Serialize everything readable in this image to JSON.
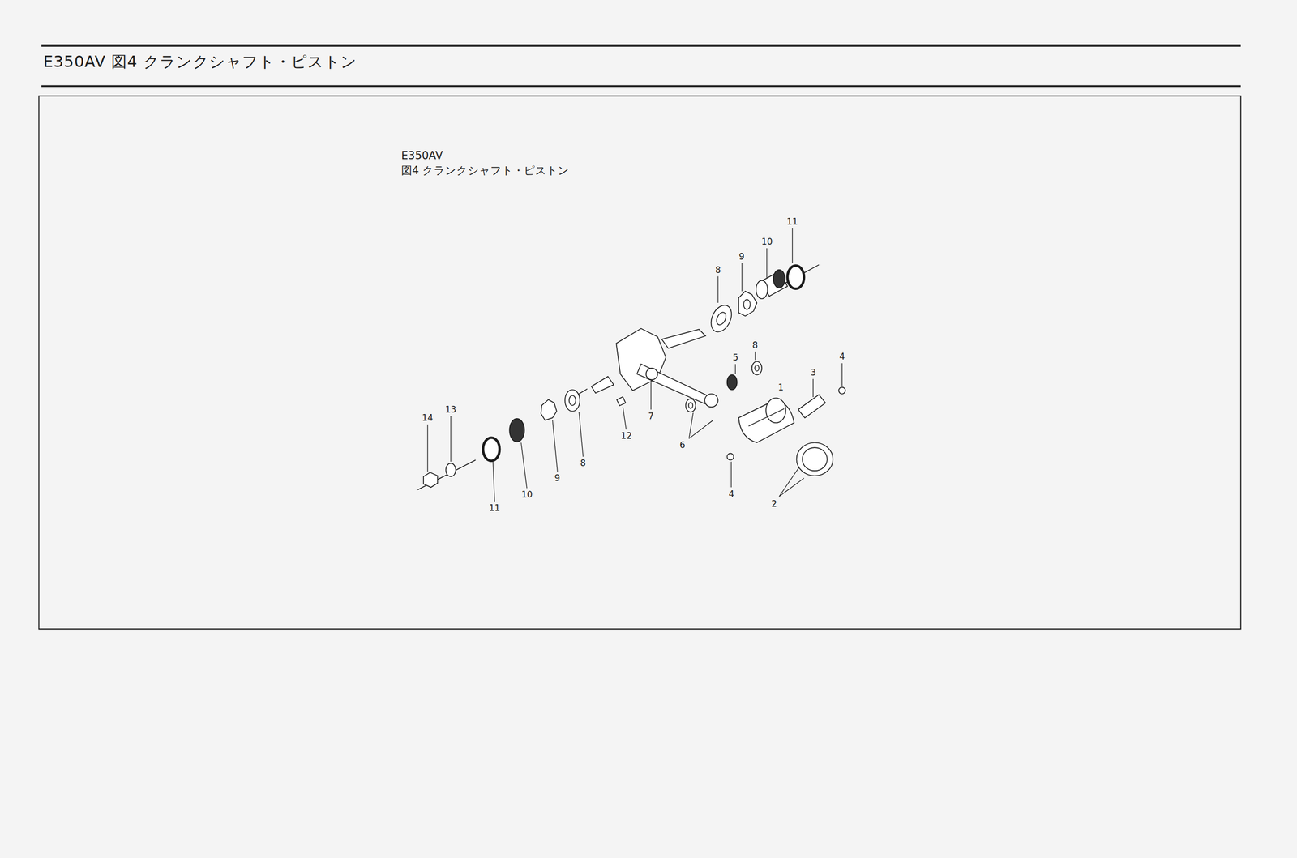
{
  "diagram": {
    "title": "E350AV 図4 クランクシャフト・ピストン",
    "labels": [
      "E350AV",
      "図4 クランクシャフト・ピストン",
      "11",
      "10",
      "9",
      "8",
      "8",
      "5",
      "4",
      "3",
      "1",
      "7",
      "14",
      "13",
      "12",
      "6",
      "8",
      "9",
      "10",
      "4",
      "2",
      "11"
    ]
  }
}
